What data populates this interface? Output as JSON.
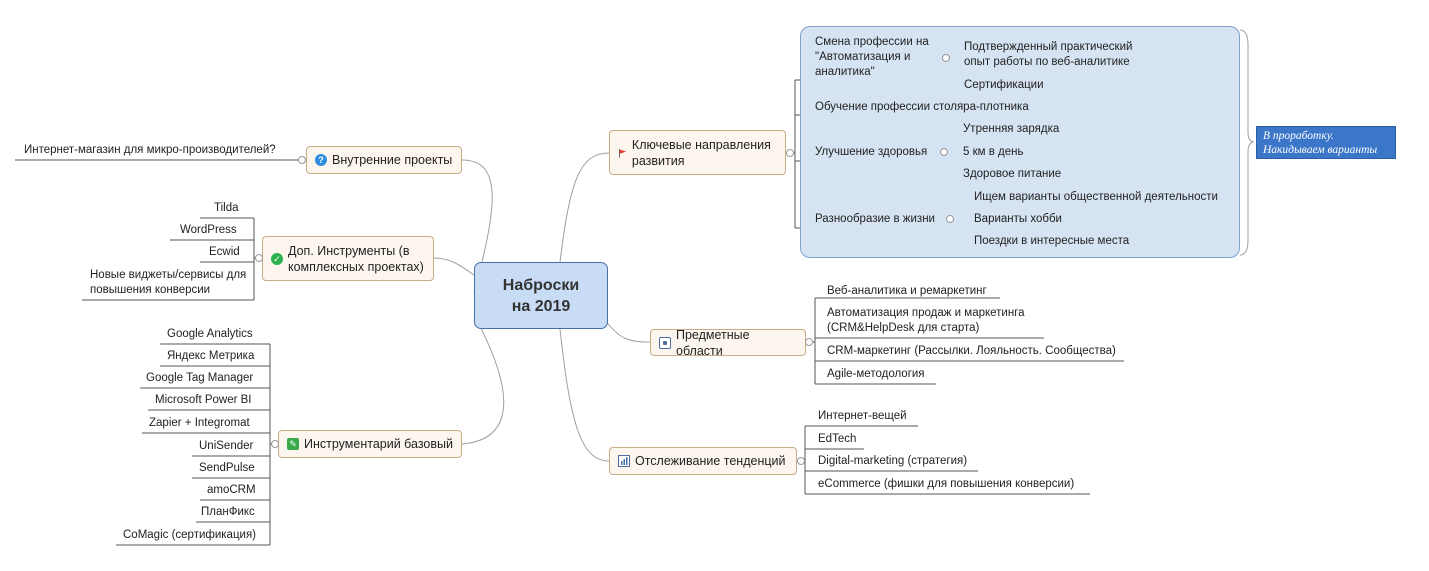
{
  "center": {
    "label": "Наброски на 2019"
  },
  "topics": {
    "internal": {
      "label": "Внутренние проекты",
      "icon": "question-icon"
    },
    "extra_tools": {
      "label": "Доп. Инструменты (в комплексных проектах)",
      "icon": "checkmark-icon"
    },
    "base_tools": {
      "label": "Инструментарий базовый",
      "icon": "pencil-icon"
    },
    "directions": {
      "label": "Ключевые направления развития",
      "icon": "red-flag-icon"
    },
    "subjects": {
      "label": "Предметные области",
      "icon": "task-box-icon"
    },
    "trends": {
      "label": "Отслеживание тенденций",
      "icon": "chart-icon"
    }
  },
  "internal_items": [
    "Интернет-магазин для микро-производителей?"
  ],
  "extra_tools_items": [
    "Tilda",
    "WordPress",
    "Ecwid",
    "Новые виджеты/сервисы для повышения конверсии"
  ],
  "base_tools_items": [
    "Google Analytics",
    "Яндекс Метрика",
    "Google Tag Manager",
    "Microsoft Power BI",
    "Zapier + Integromat",
    "UniSender",
    "SendPulse",
    "amoCRM",
    "ПланФикс",
    "CoMagic (сертификация)"
  ],
  "directions_items": {
    "profession_change": {
      "label": "Смена профессии на \"Автоматизация и аналитика\"",
      "children": [
        "Подтвержденный практический опыт работы по веб-аналитике",
        "Сертификации"
      ]
    },
    "carpentry": {
      "label": "Обучение профессии столяра-плотника"
    },
    "health": {
      "label": "Улучшение здоровья",
      "children": [
        "Утренняя зарядка",
        "5 км в день",
        "Здоровое питание"
      ]
    },
    "variety": {
      "label": "Разнообразие в жизни",
      "children": [
        "Ищем варианты общественной деятельности",
        "Варианты хобби",
        "Поездки в интересные места"
      ]
    }
  },
  "callout": {
    "label": "В проработку. Накидываем варианты"
  },
  "subjects_items": [
    "Веб-аналитика и ремаркетинг",
    "Автоматизация продаж и маркетинга (CRM&HelpDesk для старта)",
    "CRM-маркетинг (Рассылки. Лояльность. Сообщества)",
    "Agile-методология"
  ],
  "trends_items": [
    "Интернет-вещей",
    "EdTech",
    "Digital-marketing (стратегия)",
    "eCommerce (фишки для повышения конверсии)"
  ],
  "colors": {
    "center_fill": "#c9dcf5",
    "topic_fill": "#fdf6ee",
    "topic_border": "#c9ab8a",
    "boundary_fill": "#d6e3f3",
    "callout_fill": "#3b76c9"
  }
}
